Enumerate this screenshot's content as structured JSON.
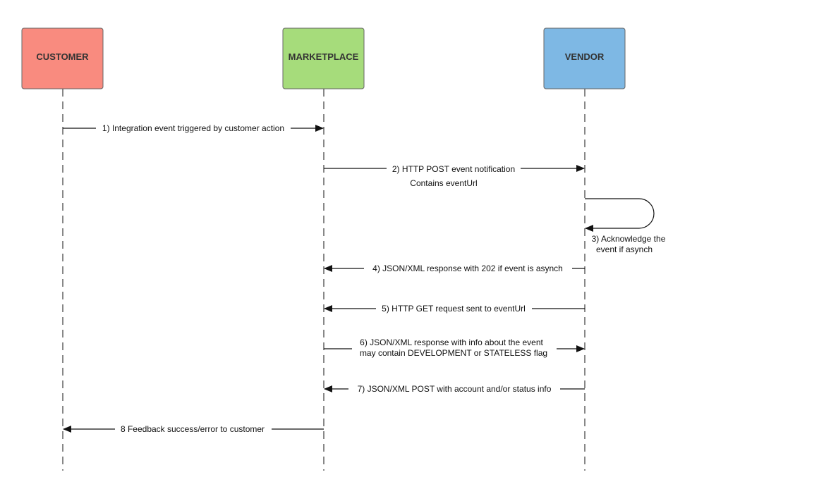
{
  "actors": [
    {
      "id": "customer",
      "label": "CUSTOMER",
      "color": "#f98b7f"
    },
    {
      "id": "marketplace",
      "label": "MARKETPLACE",
      "color": "#a6dc7b"
    },
    {
      "id": "vendor",
      "label": "VENDOR",
      "color": "#7eb8e4"
    }
  ],
  "messages": [
    {
      "id": "m1",
      "from": "customer",
      "to": "marketplace",
      "lines": [
        "1) Integration event triggered by customer action"
      ]
    },
    {
      "id": "m2",
      "from": "marketplace",
      "to": "vendor",
      "lines": [
        "2) HTTP POST event notification",
        "Contains eventUrl"
      ]
    },
    {
      "id": "m3",
      "from": "vendor",
      "to": "vendor",
      "self": true,
      "lines": [
        "3) Acknowledge the",
        "event if asynch"
      ]
    },
    {
      "id": "m4",
      "from": "vendor",
      "to": "marketplace",
      "lines": [
        "4) JSON/XML  response with 202 if event is asynch"
      ]
    },
    {
      "id": "m5",
      "from": "vendor",
      "to": "marketplace",
      "lines": [
        "5) HTTP GET request sent to eventUrl"
      ]
    },
    {
      "id": "m6",
      "from": "marketplace",
      "to": "vendor",
      "lines": [
        "6) JSON/XML response with info about the event",
        "may contain DEVELOPMENT or STATELESS flag"
      ]
    },
    {
      "id": "m7",
      "from": "vendor",
      "to": "marketplace",
      "lines": [
        "7) JSON/XML  POST with account and/or status info"
      ]
    },
    {
      "id": "m8",
      "from": "marketplace",
      "to": "customer",
      "lines": [
        "8 Feedback success/error to customer"
      ]
    }
  ]
}
